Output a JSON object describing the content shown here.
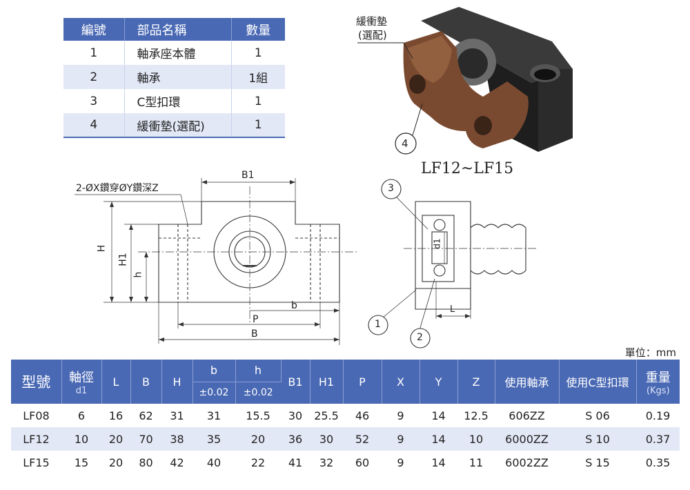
{
  "parts_table": {
    "headers": [
      "編號",
      "部品名稱",
      "數量"
    ],
    "rows": [
      [
        "1",
        "軸承座本體",
        "1"
      ],
      [
        "2",
        "軸承",
        "1組"
      ],
      [
        "3",
        "C型扣環",
        "1"
      ],
      [
        "4",
        "緩衝墊(選配)",
        "1"
      ]
    ]
  },
  "photo": {
    "label_line1": "緩衝墊",
    "label_line2": "(選配)",
    "callout": "4",
    "model_range": "LF12~LF15"
  },
  "front_view": {
    "hole_note": "2-ØX鑽穿ØY鑽深Z",
    "dim_b1": "B1",
    "dim_h": "H",
    "dim_h1": "H1",
    "dim_h_small": "h",
    "dim_b_small": "b",
    "dim_p": "P",
    "dim_b": "B"
  },
  "side_view": {
    "callout_1": "1",
    "callout_2": "2",
    "callout_3": "3",
    "dim_d1": "d1",
    "dim_l": "L"
  },
  "unit_label": "單位：mm",
  "spec_table": {
    "headers": {
      "model": "型號",
      "shaft_main": "軸徑",
      "shaft_sub": "d1",
      "L": "L",
      "B": "B",
      "H": "H",
      "b_main": "b",
      "b_tol": "±0.02",
      "h_main": "h",
      "h_tol": "±0.02",
      "B1": "B1",
      "H1": "H1",
      "P": "P",
      "X": "X",
      "Y": "Y",
      "Z": "Z",
      "bearing": "使用軸承",
      "ring": "使用C型扣環",
      "weight_main": "重量",
      "weight_sub": "(Kgs)"
    },
    "rows": [
      [
        "LF08",
        "6",
        "16",
        "62",
        "31",
        "31",
        "15.5",
        "30",
        "25.5",
        "46",
        "9",
        "14",
        "12.5",
        "606ZZ",
        "S 06",
        "0.19"
      ],
      [
        "LF12",
        "10",
        "20",
        "70",
        "38",
        "35",
        "20",
        "36",
        "30",
        "52",
        "9",
        "14",
        "10",
        "6000ZZ",
        "S 10",
        "0.37"
      ],
      [
        "LF15",
        "15",
        "20",
        "80",
        "42",
        "40",
        "22",
        "41",
        "32",
        "60",
        "9",
        "14",
        "11",
        "6002ZZ",
        "S 15",
        "0.35"
      ]
    ]
  },
  "colors": {
    "header_blue": "#4a69b4",
    "row_stripe": "#e3e8f6",
    "pad_brown": "#7a4a30",
    "block_black": "#1e1e1e"
  }
}
